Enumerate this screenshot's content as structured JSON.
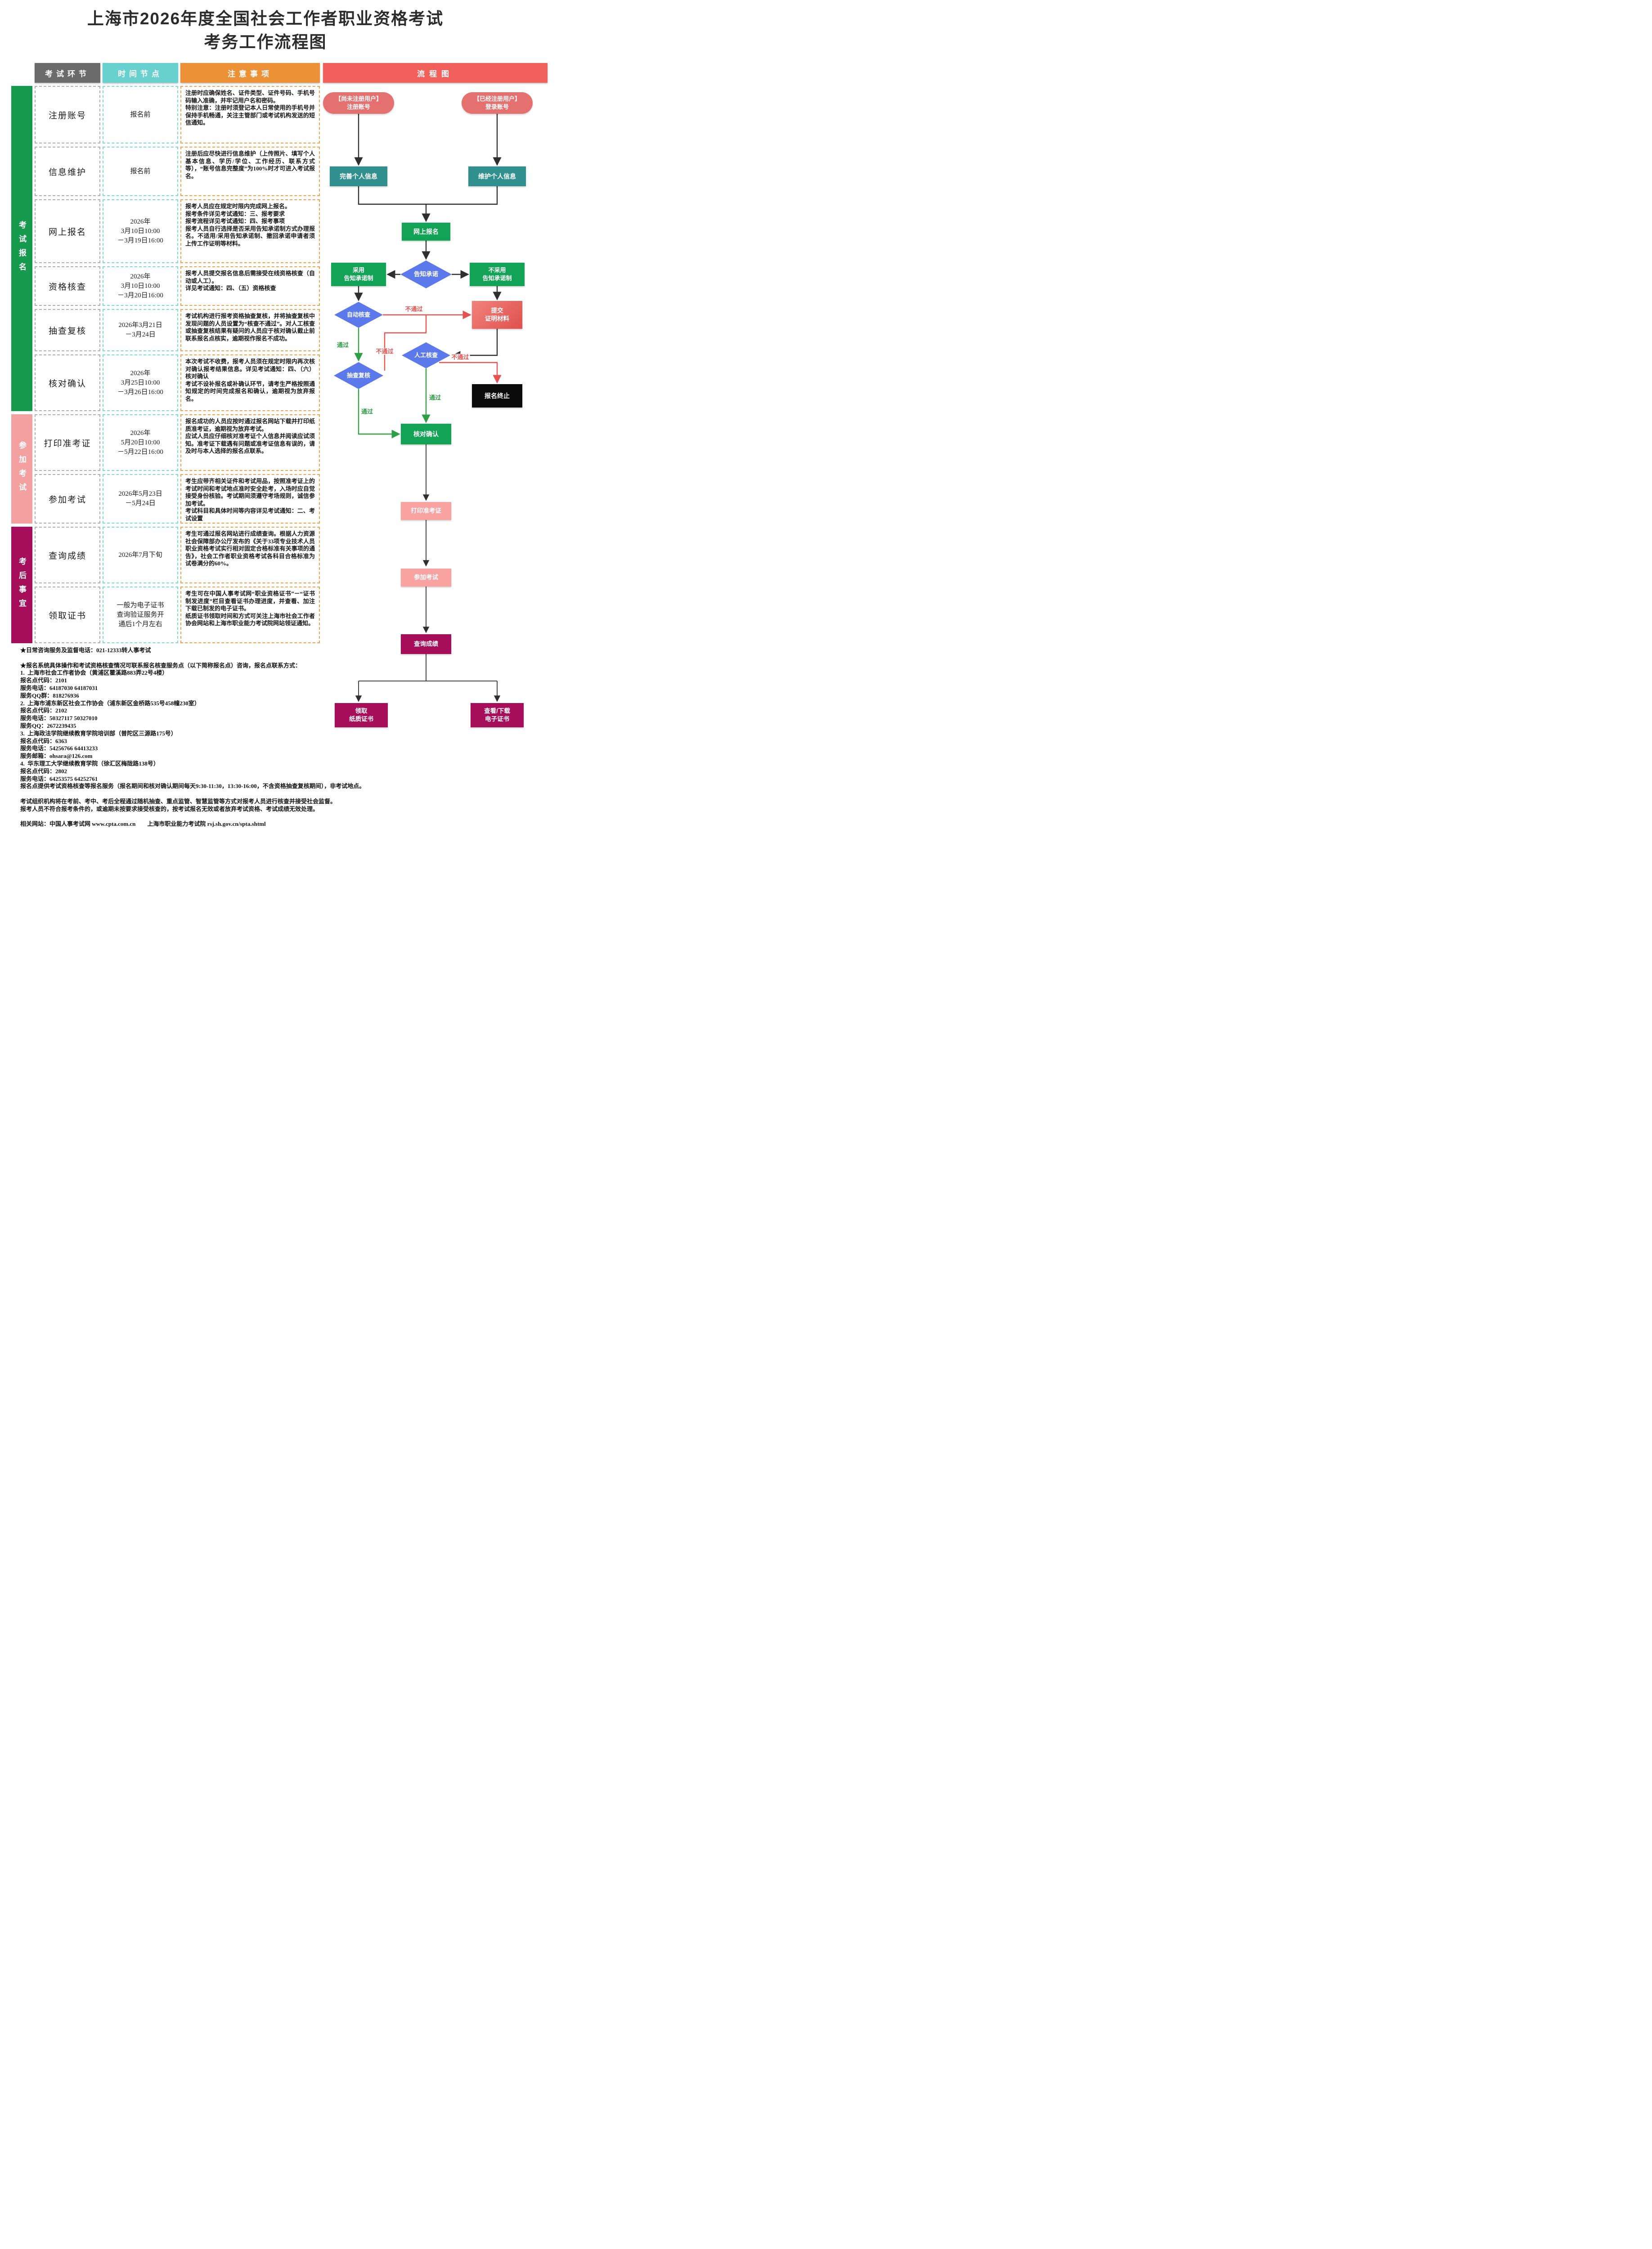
{
  "title": {
    "line1": "上海市2026年度全国社会工作者职业资格考试",
    "line2": "考务工作流程图"
  },
  "table": {
    "headers": {
      "stage": "考试环节",
      "time": "时间节点",
      "notes": "注意事项",
      "flow": "流程图"
    },
    "groups": [
      {
        "label": "考试报名",
        "span": 6,
        "color": "#169B4E"
      },
      {
        "label": "参加考试",
        "span": 2,
        "color": "#F5A0A0"
      },
      {
        "label": "考后事宜",
        "span": 2,
        "color": "#A60D5A"
      }
    ],
    "rows": [
      {
        "stage": "注册账号",
        "time": "报名前",
        "notes": "注册时应确保姓名、证件类型、证件号码、手机号码输入准确，并牢记用户名和密码。\n特别注意：注册时须登记本人日常使用的手机号并保持手机畅通，关注主管部门或考试机构发送的短信通知。"
      },
      {
        "stage": "信息维护",
        "time": "报名前",
        "notes": "注册后应尽快进行信息维护（上传照片、填写个人基本信息、学历/学位、工作经历、联系方式等），“账号信息完整度”为100%时才可进入考试报名。"
      },
      {
        "stage": "网上报名",
        "time": "2026年\n3月10日10:00\n－3月19日16:00",
        "notes": "报考人员应在规定时限内完成网上报名。\n报考条件详见考试通知：三、报考要求\n报考流程详见考试通知：四、报考事项\n报考人员自行选择是否采用告知承诺制方式办理报名。不适用/采用告知承诺制、撤回承诺申请者须上传工作证明等材料。"
      },
      {
        "stage": "资格核查",
        "time": "2026年\n3月10日10:00\n－3月20日16:00",
        "notes": "报考人员提交报名信息后需接受在线资格核查（自动或人工）。\n详见考试通知：四、（五）资格核查"
      },
      {
        "stage": "抽查复核",
        "time": "2026年3月21日\n－3月24日",
        "notes": "考试机构进行报考资格抽查复核，并将抽查复核中发现问题的人员设置为“核查不通过”。对人工核查或抽查复核结果有疑问的人员应于核对确认截止前联系报名点核实，逾期视作报名不成功。"
      },
      {
        "stage": "核对确认",
        "time": "2026年\n3月25日10:00\n－3月26日16:00",
        "notes": "本次考试不收费，报考人员须在规定时限内再次核对确认报考结果信息。详见考试通知：四、（六）核对确认\n考试不设补报名或补确认环节，请考生严格按照通知规定的时间完成报名和确认，逾期视为放弃报名。"
      },
      {
        "stage": "打印准考证",
        "time": "2026年\n5月20日10:00\n－5月22日16:00",
        "notes": "报名成功的人员应按时通过报名网站下载并打印纸质准考证，逾期视为放弃考试。\n应试人员应仔细核对准考证个人信息并阅读应试须知。准考证下载遇有问题或准考证信息有误的，请及时与本人选择的报名点联系。"
      },
      {
        "stage": "参加考试",
        "time": "2026年5月23日\n－5月24日",
        "notes": "考生应带齐相关证件和考试用品，按照准考证上的考试时间和考试地点准时安全赴考，入场时应自觉接受身份核验。考试期间须遵守考场规则，诚信参加考试。\n考试科目和具体时间等内容详见考试通知：二、考试设置"
      },
      {
        "stage": "查询成绩",
        "time": "2026年7月下旬",
        "notes": "考生可通过报名网站进行成绩查询。根据人力资源社会保障部办公厅发布的《关于33项专业技术人员职业资格考试实行相对固定合格标准有关事项的通告》，社会工作者职业资格考试各科目合格标准为试卷满分的60%。"
      },
      {
        "stage": "领取证书",
        "time": "一般为电子证书\n查询验证服务开\n通后1个月左右",
        "notes": "考生可在中国人事考试网“职业资格证书”－“证书制发进度”栏目查看证书办理进度，并查看、加注下载已制发的电子证书。\n纸质证书领取时间和方式可关注上海市社会工作者协会网站和上海市职业能力考试院网站领证通知。"
      }
    ]
  },
  "flowchart": {
    "nodes": {
      "start_unregistered": "【尚未注册用户】\n注册账号",
      "start_registered": "【已经注册用户】\n登录账号",
      "complete_info": "完善个人信息",
      "maintain_info": "维护个人信息",
      "online_reg": "网上报名",
      "promise_decision": "告知承诺",
      "adopt": "采用\n告知承诺制",
      "not_adopt": "不采用\n告知承诺制",
      "auto_check": "自动核查",
      "submit_materials": "提交\n证明材料",
      "manual_check": "人工核查",
      "spot_check": "抽查复核",
      "reg_terminated": "报名终止",
      "confirm": "核对确认",
      "print_ticket": "打印准考证",
      "take_exam": "参加考试",
      "query_score": "查询成绩",
      "paper_cert": "领取\n纸质证书",
      "e_cert": "查看/下载\n电子证书"
    },
    "labels": {
      "pass": "通过",
      "fail": "不通过"
    }
  },
  "footer": {
    "lines": [
      "★日常咨询服务及监督电话：021-12333转人事考试",
      "",
      "★报名系统具体操作和考试资格核查情况可联系报名核查服务点（以下简称报名点）咨询，报名点联系方式：",
      "1.  上海市社会工作者协会（黄浦区瞿溪路883弄22号4楼）",
      "报名点代码：2101",
      "服务电话：64187030 64187031",
      "服务QQ群：818276936",
      "2.  上海市浦东新区社会工作协会（浦东新区金桥路535号458幢230室）",
      "报名点代码：2102",
      "服务电话：50327117 50327010",
      "服务QQ：2672239435",
      "3.  上海政法学院继续教育学院培训部（普陀区三源路175号）",
      "报名点代码：6363",
      "服务电话：54256766 64413233",
      "服务邮箱：ohsara@126.com",
      "4.  华东理工大学继续教育学院（徐汇区梅陇路138号）",
      "报名点代码：2802",
      "服务电话：64253575 64252761",
      "报名点提供考试资格核查等报名服务（报名期间和核对确认期间每天9:30-11:30，13:30-16:00，不含资格抽查复核期间），非考试地点。",
      "",
      "考试组织机构将在考前、考中、考后全程通过随机抽查、重点监管、智慧监管等方式对报考人员进行核查并接受社会监督。",
      "报考人员不符合报考条件的，或逾期未按要求接受核查的，按考试报名无效或者放弃考试资格、考试成绩无效处理。",
      "",
      "相关网站：中国人事考试网 www.cpta.com.cn　　上海市职业能力考试院 rsj.sh.gov.cn/spta.shtml"
    ]
  },
  "colors": {
    "header_gray": "#6B6B6B",
    "header_teal": "#68D1CD",
    "header_orange": "#EC9135",
    "header_red": "#F2605C",
    "sidebar_green": "#169B4E",
    "sidebar_pink": "#F5A0A0",
    "sidebar_magenta": "#A60D5A",
    "node_salmon": "#E4716F",
    "node_teal": "#30908D",
    "node_green": "#13A356",
    "node_blue": "#5B79EA",
    "node_red_gradient": [
      "#F0837B",
      "#E0504E"
    ],
    "node_black": "#0B0B0B",
    "node_pink": "#F9A2A2",
    "node_magenta": "#A60D5A",
    "arrow_black": "#2F2F2F",
    "arrow_green": "#2F9E44",
    "arrow_red": "#E5534E",
    "border_gray_dashed": "#ADADAD",
    "border_teal_dashed": "#7ED8D4",
    "border_orange_dashed": "#EFA24C"
  }
}
